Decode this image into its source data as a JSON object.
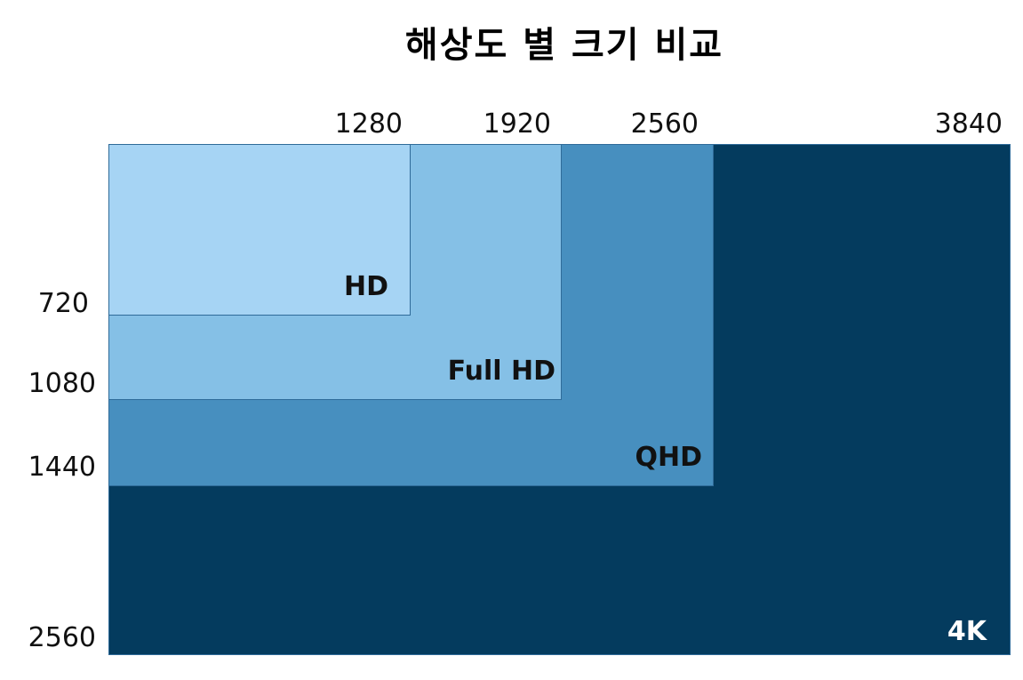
{
  "title": "해상도 별 크기 비교",
  "top_labels": [
    "1280",
    "1920",
    "2560",
    "3840"
  ],
  "left_labels": [
    "720",
    "1080",
    "1440",
    "2560"
  ],
  "resolutions": [
    {
      "name": "4K",
      "width": 3840,
      "height": 2560,
      "color": "#043b5e"
    },
    {
      "name": "QHD",
      "width": 2560,
      "height": 1440,
      "color": "#478fbf"
    },
    {
      "name": "Full HD",
      "width": 1920,
      "height": 1080,
      "color": "#85c0e6"
    },
    {
      "name": "HD",
      "width": 1280,
      "height": 720,
      "color": "#a6d4f4"
    }
  ]
}
